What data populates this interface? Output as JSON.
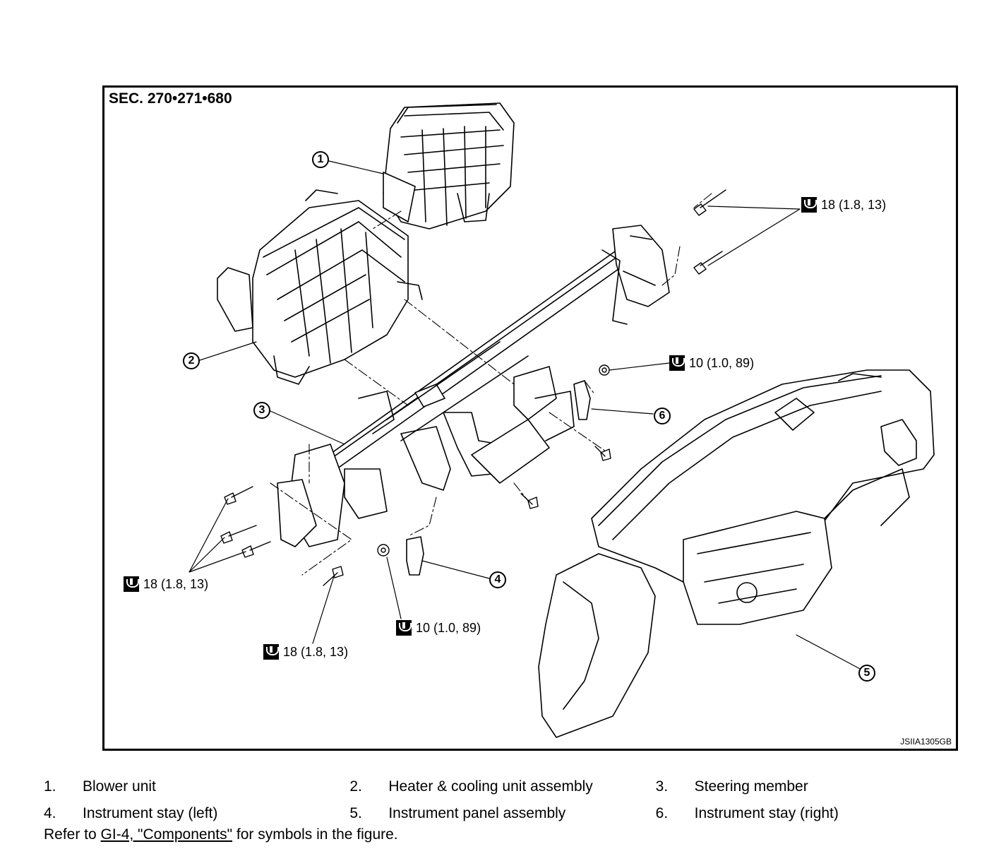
{
  "figure": {
    "section": "SEC. 270•271•680",
    "figure_id": "JSIIA1305GB",
    "callouts": [
      "1",
      "2",
      "3",
      "4",
      "5",
      "6"
    ],
    "torques": [
      "18 (1.8, 13)",
      "10 (1.0, 89)",
      "18 (1.8, 13)",
      "18 (1.8, 13)",
      "10 (1.0, 89)"
    ]
  },
  "legend": [
    {
      "num": "1.",
      "label": "Blower unit"
    },
    {
      "num": "2.",
      "label": "Heater & cooling unit assembly"
    },
    {
      "num": "3.",
      "label": "Steering member"
    },
    {
      "num": "4.",
      "label": "Instrument stay (left)"
    },
    {
      "num": "5.",
      "label": "Instrument panel assembly"
    },
    {
      "num": "6.",
      "label": "Instrument stay (right)"
    }
  ],
  "refer": {
    "prefix": "Refer to ",
    "link": "GI-4, \"Components\"",
    "suffix": " for symbols in the figure."
  }
}
